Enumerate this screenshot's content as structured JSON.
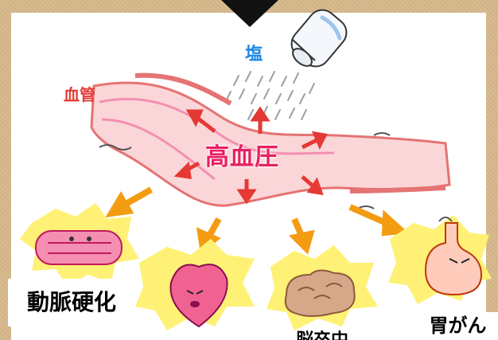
{
  "salt_label": "塩",
  "vessel_label": "血管",
  "center_label": "高血圧",
  "captions": [
    "動脈硬化",
    "脳卒中",
    "胃がん"
  ]
}
